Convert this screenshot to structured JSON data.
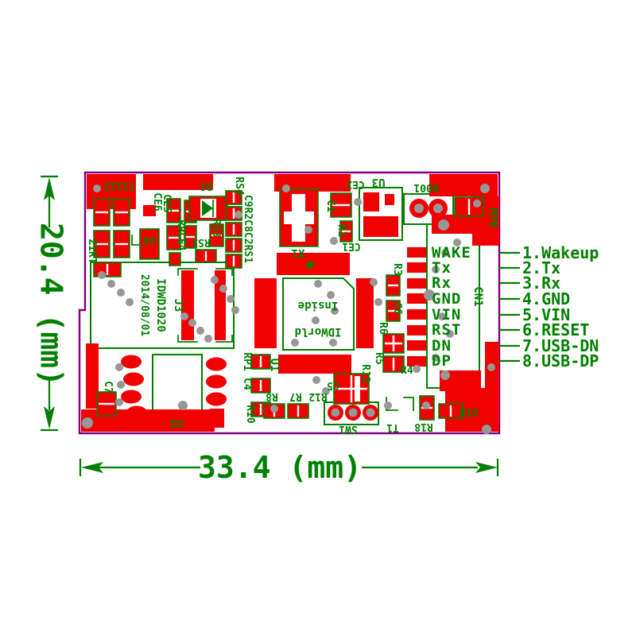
{
  "drawing": {
    "dimensions": {
      "height": "20.4 (mm)",
      "width": "33.4 (mm)"
    },
    "callouts": [
      "1.Wakeup",
      "2.Tx",
      "3.Rx",
      "4.GND",
      "5.VIN",
      "6.RESET",
      "7.USB-DN",
      "8.USB-DP"
    ],
    "connector": {
      "ref": "CN1",
      "pins": [
        "WAKE",
        "Tx",
        "Rx",
        "GND",
        "VIN",
        "RST",
        "DN",
        "DP"
      ]
    },
    "chip": {
      "ref": "U1",
      "marking": [
        "Inside",
        "IDWorld"
      ]
    },
    "module": {
      "ref": "J3",
      "marking": [
        "IDWD1020",
        "2014/08/01"
      ]
    },
    "silkscreen": {
      "c1122": "C1122",
      "z1rt": "Z1RT",
      "ce6": "CE6",
      "ce5": "CE5",
      "u4": "U4",
      "d1": "D1",
      "rs4": "RS4",
      "rs3": "RS3",
      "rs2": "RS2",
      "r9ce4": "R9CE4",
      "cap_column": "C9R2C8C2RS1",
      "x1": "X1",
      "c1": "C1",
      "ce2": "CE2",
      "r1": "R1",
      "ce1": "CE1",
      "u3": "U3",
      "b001": "B001",
      "rp0": "RP0",
      "r3": "R3",
      "c6": "C6",
      "r6": "R6",
      "r5": "R5",
      "r4": "R4",
      "c7": "C7",
      "u2": "U2",
      "rp1": "RP1",
      "c4": "C4",
      "r10": "R10",
      "r8": "R8",
      "r7": "R7",
      "r12": "R12",
      "c5": "C5",
      "r13": "R13",
      "sw1": "SW1",
      "t1": "T1",
      "r18": "R18",
      "r19": "R19"
    },
    "colors": {
      "copper": "#f00000",
      "silkscreen": "#008000",
      "board_outline": "#800080",
      "via": "#979797",
      "background": "#ffffff"
    }
  }
}
